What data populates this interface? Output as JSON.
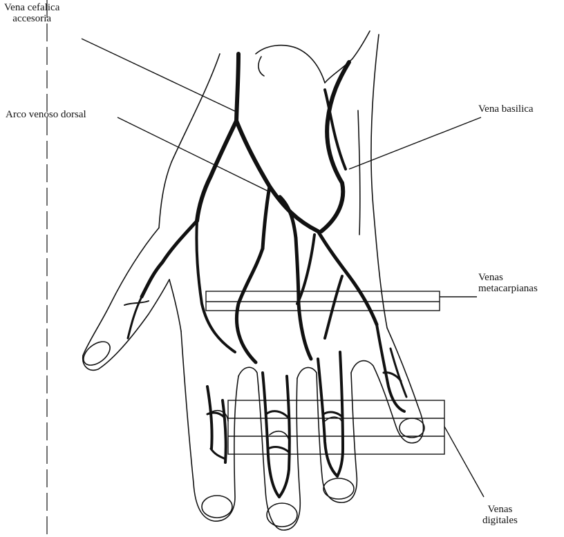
{
  "labels": {
    "cefalica": [
      "Vena cefalica",
      "accesoria"
    ],
    "arco": "Arco venoso dorsal",
    "basilica": "Vena basilica",
    "metacarpianas": [
      "Venas",
      "metacarpianas"
    ],
    "digitales": [
      "Venas",
      "digitales"
    ]
  },
  "colors": {
    "ink": "#111111",
    "background": "#ffffff"
  }
}
